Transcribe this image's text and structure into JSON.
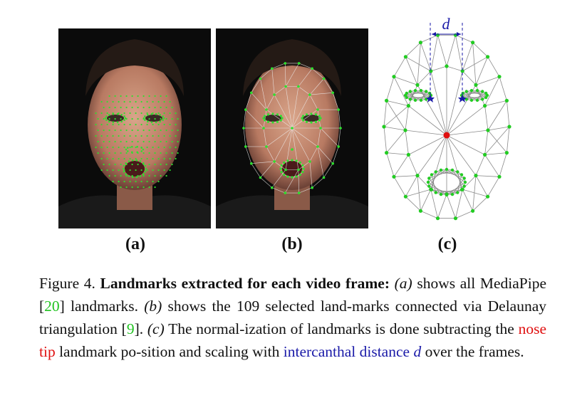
{
  "figure": {
    "subfigures": [
      {
        "label": "(a)"
      },
      {
        "label": "(b)"
      },
      {
        "label": "(c)",
        "annotation": "d"
      }
    ],
    "caption": {
      "prefix": "Figure 4.",
      "title": "Landmarks extracted for each video frame:",
      "a_ref": "(a)",
      "a_text": "shows all MediaPipe",
      "cite1_open": "[",
      "cite1": "20",
      "cite1_close": "]",
      "a_text2": "landmarks.",
      "b_ref": "(b)",
      "b_text": "shows the 109 selected land-marks connected via Delaunay triangulation",
      "cite2_open": "[",
      "cite2": "9",
      "cite2_close": "].",
      "c_ref": "(c)",
      "c_text": "The normal-ization of landmarks is done subtracting the",
      "nose_tip": "nose tip",
      "c_text2": "landmark po-sition and scaling with",
      "intercanthal": "intercanthal distance",
      "d_symbol": "d",
      "c_text3": "over the frames."
    },
    "colors": {
      "landmark": "#22cc22",
      "nose_tip": "#e01010",
      "intercanthal": "#1a1aa8",
      "mesh": "#888888"
    }
  }
}
